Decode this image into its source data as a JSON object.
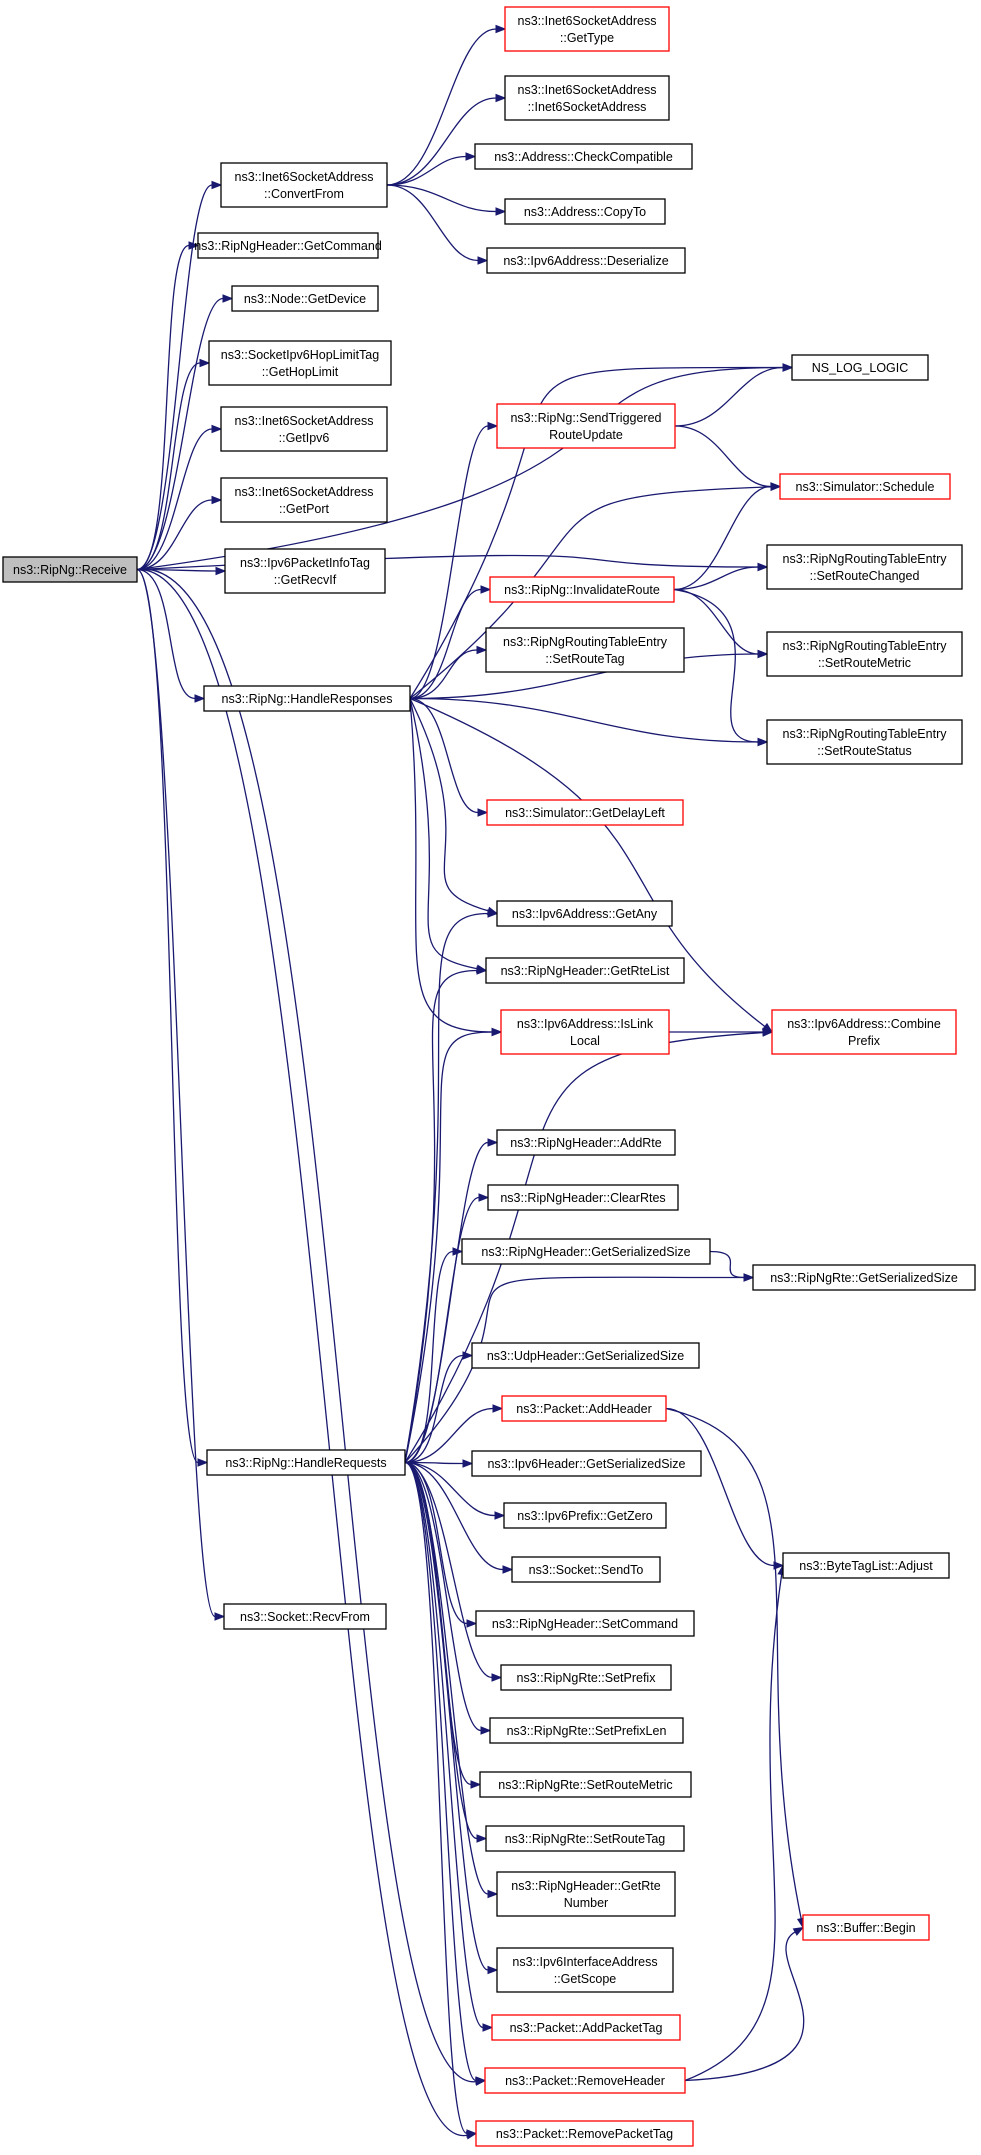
{
  "diagram": {
    "type": "call-graph",
    "colors": {
      "edge": "#191970",
      "node_border": "#000000",
      "node_border_documented_external": "#ff0000",
      "root_fill": "#bfbfbf",
      "node_fill": "#ffffff"
    },
    "nodes": [
      {
        "id": "receive",
        "lines": [
          "ns3::RipNg::Receive"
        ],
        "style": "root"
      },
      {
        "id": "i6sa_getType",
        "lines": [
          "ns3::Inet6SocketAddress",
          "::GetType"
        ],
        "style": "red"
      },
      {
        "id": "i6sa_ctor",
        "lines": [
          "ns3::Inet6SocketAddress",
          "::Inet6SocketAddress"
        ],
        "style": "black"
      },
      {
        "id": "i6sa_convert",
        "lines": [
          "ns3::Inet6SocketAddress",
          "::ConvertFrom"
        ],
        "style": "black"
      },
      {
        "id": "addr_check",
        "lines": [
          "ns3::Address::CheckCompatible"
        ],
        "style": "black"
      },
      {
        "id": "addr_copy",
        "lines": [
          "ns3::Address::CopyTo"
        ],
        "style": "black"
      },
      {
        "id": "ipv6_deser",
        "lines": [
          "ns3::Ipv6Address::Deserialize"
        ],
        "style": "black"
      },
      {
        "id": "hdr_getCmd",
        "lines": [
          "ns3::RipNgHeader::GetCommand"
        ],
        "style": "black"
      },
      {
        "id": "node_getDev",
        "lines": [
          "ns3::Node::GetDevice"
        ],
        "style": "black"
      },
      {
        "id": "hoplimit",
        "lines": [
          "ns3::SocketIpv6HopLimitTag",
          "::GetHopLimit"
        ],
        "style": "black"
      },
      {
        "id": "i6sa_getIpv6",
        "lines": [
          "ns3::Inet6SocketAddress",
          "::GetIpv6"
        ],
        "style": "black"
      },
      {
        "id": "i6sa_getPort",
        "lines": [
          "ns3::Inet6SocketAddress",
          "::GetPort"
        ],
        "style": "black"
      },
      {
        "id": "pktinfo",
        "lines": [
          "ns3::Ipv6PacketInfoTag",
          "::GetRecvIf"
        ],
        "style": "black"
      },
      {
        "id": "ns_log",
        "lines": [
          "NS_LOG_LOGIC"
        ],
        "style": "black"
      },
      {
        "id": "sendTrig",
        "lines": [
          "ns3::RipNg::SendTriggered",
          "RouteUpdate"
        ],
        "style": "red"
      },
      {
        "id": "sched",
        "lines": [
          "ns3::Simulator::Schedule"
        ],
        "style": "red"
      },
      {
        "id": "rte_changed",
        "lines": [
          "ns3::RipNgRoutingTableEntry",
          "::SetRouteChanged"
        ],
        "style": "black"
      },
      {
        "id": "invalidate",
        "lines": [
          "ns3::RipNg::InvalidateRoute"
        ],
        "style": "red"
      },
      {
        "id": "rte_tag",
        "lines": [
          "ns3::RipNgRoutingTableEntry",
          "::SetRouteTag"
        ],
        "style": "black"
      },
      {
        "id": "rte_metric",
        "lines": [
          "ns3::RipNgRoutingTableEntry",
          "::SetRouteMetric"
        ],
        "style": "black"
      },
      {
        "id": "handleResp",
        "lines": [
          "ns3::RipNg::HandleResponses"
        ],
        "style": "black"
      },
      {
        "id": "rte_status",
        "lines": [
          "ns3::RipNgRoutingTableEntry",
          "::SetRouteStatus"
        ],
        "style": "black"
      },
      {
        "id": "delayLeft",
        "lines": [
          "ns3::Simulator::GetDelayLeft"
        ],
        "style": "red"
      },
      {
        "id": "getAny",
        "lines": [
          "ns3::Ipv6Address::GetAny"
        ],
        "style": "black"
      },
      {
        "id": "getRteList",
        "lines": [
          "ns3::RipNgHeader::GetRteList"
        ],
        "style": "black"
      },
      {
        "id": "isLinkLocal",
        "lines": [
          "ns3::Ipv6Address::IsLink",
          "Local"
        ],
        "style": "red"
      },
      {
        "id": "combPrefix",
        "lines": [
          "ns3::Ipv6Address::Combine",
          "Prefix"
        ],
        "style": "red"
      },
      {
        "id": "addRte",
        "lines": [
          "ns3::RipNgHeader::AddRte"
        ],
        "style": "black"
      },
      {
        "id": "clearRtes",
        "lines": [
          "ns3::RipNgHeader::ClearRtes"
        ],
        "style": "black"
      },
      {
        "id": "hdrSerSize",
        "lines": [
          "ns3::RipNgHeader::GetSerializedSize"
        ],
        "style": "black"
      },
      {
        "id": "rteSerSize",
        "lines": [
          "ns3::RipNgRte::GetSerializedSize"
        ],
        "style": "black"
      },
      {
        "id": "udpSerSize",
        "lines": [
          "ns3::UdpHeader::GetSerializedSize"
        ],
        "style": "black"
      },
      {
        "id": "addHeader",
        "lines": [
          "ns3::Packet::AddHeader"
        ],
        "style": "red"
      },
      {
        "id": "handleReq",
        "lines": [
          "ns3::RipNg::HandleRequests"
        ],
        "style": "black"
      },
      {
        "id": "ipv6HdrSer",
        "lines": [
          "ns3::Ipv6Header::GetSerializedSize"
        ],
        "style": "black"
      },
      {
        "id": "getZero",
        "lines": [
          "ns3::Ipv6Prefix::GetZero"
        ],
        "style": "black"
      },
      {
        "id": "byteTag",
        "lines": [
          "ns3::ByteTagList::Adjust"
        ],
        "style": "black"
      },
      {
        "id": "sendTo",
        "lines": [
          "ns3::Socket::SendTo"
        ],
        "style": "black"
      },
      {
        "id": "recvFrom",
        "lines": [
          "ns3::Socket::RecvFrom"
        ],
        "style": "black"
      },
      {
        "id": "setCmd",
        "lines": [
          "ns3::RipNgHeader::SetCommand"
        ],
        "style": "black"
      },
      {
        "id": "setPrefix",
        "lines": [
          "ns3::RipNgRte::SetPrefix"
        ],
        "style": "black"
      },
      {
        "id": "setPrefixLen",
        "lines": [
          "ns3::RipNgRte::SetPrefixLen"
        ],
        "style": "black"
      },
      {
        "id": "rteSetMetric",
        "lines": [
          "ns3::RipNgRte::SetRouteMetric"
        ],
        "style": "black"
      },
      {
        "id": "rteSetTag",
        "lines": [
          "ns3::RipNgRte::SetRouteTag"
        ],
        "style": "black"
      },
      {
        "id": "getRteNum",
        "lines": [
          "ns3::RipNgHeader::GetRte",
          "Number"
        ],
        "style": "black"
      },
      {
        "id": "bufBegin",
        "lines": [
          "ns3::Buffer::Begin"
        ],
        "style": "red"
      },
      {
        "id": "getScope",
        "lines": [
          "ns3::Ipv6InterfaceAddress",
          "::GetScope"
        ],
        "style": "black"
      },
      {
        "id": "addPktTag",
        "lines": [
          "ns3::Packet::AddPacketTag"
        ],
        "style": "red"
      },
      {
        "id": "removeHdr",
        "lines": [
          "ns3::Packet::RemoveHeader"
        ],
        "style": "red"
      },
      {
        "id": "removePktTag",
        "lines": [
          "ns3::Packet::RemovePacketTag"
        ],
        "style": "red"
      }
    ],
    "edges": [
      [
        "receive",
        "i6sa_convert"
      ],
      [
        "receive",
        "hdr_getCmd"
      ],
      [
        "receive",
        "node_getDev"
      ],
      [
        "receive",
        "hoplimit"
      ],
      [
        "receive",
        "i6sa_getIpv6"
      ],
      [
        "receive",
        "i6sa_getPort"
      ],
      [
        "receive",
        "pktinfo"
      ],
      [
        "receive",
        "handleResp"
      ],
      [
        "receive",
        "handleReq"
      ],
      [
        "receive",
        "recvFrom"
      ],
      [
        "receive",
        "ns_log"
      ],
      [
        "receive",
        "rte_changed"
      ],
      [
        "receive",
        "removeHdr"
      ],
      [
        "receive",
        "removePktTag"
      ],
      [
        "i6sa_convert",
        "i6sa_getType"
      ],
      [
        "i6sa_convert",
        "i6sa_ctor"
      ],
      [
        "i6sa_convert",
        "addr_check"
      ],
      [
        "i6sa_convert",
        "addr_copy"
      ],
      [
        "i6sa_convert",
        "ipv6_deser"
      ],
      [
        "handleResp",
        "ns_log"
      ],
      [
        "handleResp",
        "sendTrig"
      ],
      [
        "handleResp",
        "sched"
      ],
      [
        "handleResp",
        "invalidate"
      ],
      [
        "handleResp",
        "rte_tag"
      ],
      [
        "handleResp",
        "rte_metric"
      ],
      [
        "handleResp",
        "rte_status"
      ],
      [
        "handleResp",
        "delayLeft"
      ],
      [
        "handleResp",
        "getAny"
      ],
      [
        "handleResp",
        "getRteList"
      ],
      [
        "handleResp",
        "isLinkLocal"
      ],
      [
        "handleResp",
        "combPrefix"
      ],
      [
        "sendTrig",
        "ns_log"
      ],
      [
        "sendTrig",
        "sched"
      ],
      [
        "invalidate",
        "sched"
      ],
      [
        "invalidate",
        "rte_changed"
      ],
      [
        "invalidate",
        "rte_metric"
      ],
      [
        "invalidate",
        "rte_status"
      ],
      [
        "isLinkLocal",
        "combPrefix"
      ],
      [
        "hdrSerSize",
        "rteSerSize"
      ],
      [
        "handleReq",
        "getAny"
      ],
      [
        "handleReq",
        "getRteList"
      ],
      [
        "handleReq",
        "isLinkLocal"
      ],
      [
        "handleReq",
        "combPrefix"
      ],
      [
        "handleReq",
        "addRte"
      ],
      [
        "handleReq",
        "clearRtes"
      ],
      [
        "handleReq",
        "hdrSerSize"
      ],
      [
        "handleReq",
        "rteSerSize"
      ],
      [
        "handleReq",
        "udpSerSize"
      ],
      [
        "handleReq",
        "addHeader"
      ],
      [
        "handleReq",
        "ipv6HdrSer"
      ],
      [
        "handleReq",
        "getZero"
      ],
      [
        "handleReq",
        "sendTo"
      ],
      [
        "handleReq",
        "setCmd"
      ],
      [
        "handleReq",
        "setPrefix"
      ],
      [
        "handleReq",
        "setPrefixLen"
      ],
      [
        "handleReq",
        "rteSetMetric"
      ],
      [
        "handleReq",
        "rteSetTag"
      ],
      [
        "handleReq",
        "getRteNum"
      ],
      [
        "handleReq",
        "getScope"
      ],
      [
        "handleReq",
        "addPktTag"
      ],
      [
        "handleReq",
        "removeHdr"
      ],
      [
        "handleReq",
        "removePktTag"
      ],
      [
        "addHeader",
        "byteTag"
      ],
      [
        "addHeader",
        "bufBegin"
      ],
      [
        "removeHdr",
        "byteTag"
      ],
      [
        "removeHdr",
        "bufBegin"
      ]
    ]
  }
}
